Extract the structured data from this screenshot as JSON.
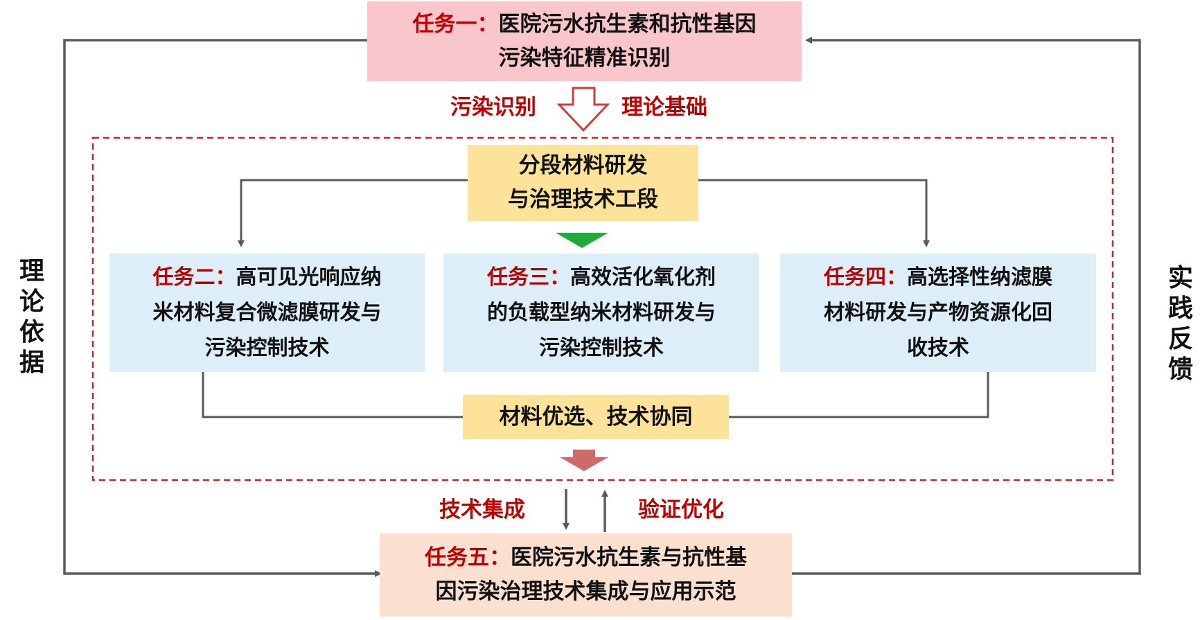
{
  "task1": {
    "prefix": "任务一：",
    "line1": "医院污水抗生素和抗性基因",
    "line2": "污染特征精准识别"
  },
  "flow_top": {
    "left": "污染识别",
    "right": "理论基础"
  },
  "stage": {
    "line1": "分段材料研发",
    "line2": "与治理技术工段"
  },
  "task2": {
    "prefix": "任务二：",
    "line1": "高可见光响应纳",
    "line2": "米材料复合微滤膜研发与",
    "line3": "污染控制技术"
  },
  "task3": {
    "prefix": "任务三：",
    "line1": "高效活化氧化剂",
    "line2": "的负载型纳米材料研发与",
    "line3": "污染控制技术"
  },
  "task4": {
    "prefix": "任务四：",
    "line1": "高选择性纳滤膜",
    "line2": "材料研发与产物资源化回",
    "line3": "收技术"
  },
  "synergy": "材料优选、技术协同",
  "flow_bottom": {
    "left": "技术集成",
    "right": "验证优化"
  },
  "task5": {
    "prefix": "任务五：",
    "line1": "医院污水抗生素与抗性基",
    "line2": "因污染治理技术集成与应用示范"
  },
  "side_left": "理论依据",
  "side_right": "实践反馈",
  "colors": {
    "accent_red": "#c00000",
    "task1_bg": "#f8c6cb",
    "stage_bg": "#fde39a",
    "task_bg": "#deeef8",
    "task5_bg": "#fbe0d0",
    "green_arrow": "#1faa3a",
    "dark_red_arrow": "#d06a6a",
    "line": "#5a5a5a"
  }
}
